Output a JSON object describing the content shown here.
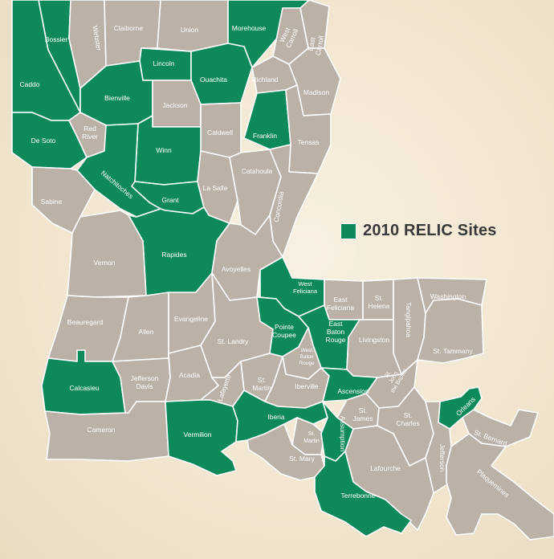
{
  "colors": {
    "relic": "#0e8a5a",
    "other": "#bcb1a7",
    "border": "#ffffff"
  },
  "legend": {
    "label": "2010 RELIC Sites",
    "icon": "green-square-swatch"
  },
  "parishes": [
    {
      "id": "caddo",
      "name": "Caddo",
      "relic": true
    },
    {
      "id": "bossier",
      "name": "Bossier",
      "relic": true
    },
    {
      "id": "webster",
      "name": "Webster",
      "relic": false
    },
    {
      "id": "claiborne",
      "name": "Claiborne",
      "relic": false
    },
    {
      "id": "union",
      "name": "Union",
      "relic": false
    },
    {
      "id": "morehouse",
      "name": "Morehouse",
      "relic": true
    },
    {
      "id": "west-carroll",
      "name": "West Carroll",
      "relic": false
    },
    {
      "id": "east-carroll",
      "name": "East Carroll",
      "relic": false
    },
    {
      "id": "lincoln",
      "name": "Lincoln",
      "relic": true
    },
    {
      "id": "ouachita",
      "name": "Ouachita",
      "relic": true
    },
    {
      "id": "richland",
      "name": "Richland",
      "relic": false
    },
    {
      "id": "madison",
      "name": "Madison",
      "relic": false
    },
    {
      "id": "bienville",
      "name": "Bienville",
      "relic": true
    },
    {
      "id": "jackson",
      "name": "Jackson",
      "relic": false
    },
    {
      "id": "de-soto",
      "name": "De Soto",
      "relic": true
    },
    {
      "id": "red-river",
      "name": "Red River",
      "relic": false
    },
    {
      "id": "caldwell",
      "name": "Caldwell",
      "relic": false
    },
    {
      "id": "franklin",
      "name": "Franklin",
      "relic": true
    },
    {
      "id": "tensas",
      "name": "Tensas",
      "relic": false
    },
    {
      "id": "winn",
      "name": "Winn",
      "relic": true
    },
    {
      "id": "natchitoches",
      "name": "Natchitoches",
      "relic": true
    },
    {
      "id": "sabine",
      "name": "Sabine",
      "relic": false
    },
    {
      "id": "grant",
      "name": "Grant",
      "relic": true
    },
    {
      "id": "la-salle",
      "name": "La Salle",
      "relic": false
    },
    {
      "id": "catahoula",
      "name": "Catahoula",
      "relic": false
    },
    {
      "id": "concordia",
      "name": "Concordia",
      "relic": false
    },
    {
      "id": "rapides",
      "name": "Rapides",
      "relic": true
    },
    {
      "id": "vernon",
      "name": "Vernon",
      "relic": false
    },
    {
      "id": "avoyelles",
      "name": "Avoyelles",
      "relic": false
    },
    {
      "id": "beauregard",
      "name": "Beauregard",
      "relic": false
    },
    {
      "id": "allen",
      "name": "Allen",
      "relic": false
    },
    {
      "id": "evangeline",
      "name": "Evangeline",
      "relic": false
    },
    {
      "id": "st-landry",
      "name": "St. Landry",
      "relic": false
    },
    {
      "id": "west-feliciana",
      "name": "West Feliciana",
      "relic": true
    },
    {
      "id": "east-feliciana",
      "name": "East Feliciana",
      "relic": false
    },
    {
      "id": "st-helena",
      "name": "St. Helena",
      "relic": false
    },
    {
      "id": "tangipahoa",
      "name": "Tangipahoa",
      "relic": false
    },
    {
      "id": "washington",
      "name": "Washington",
      "relic": false
    },
    {
      "id": "pointe-coupee",
      "name": "Pointe Coupee",
      "relic": true
    },
    {
      "id": "east-baton-rouge",
      "name": "East Baton Rouge",
      "relic": true
    },
    {
      "id": "west-baton-rouge",
      "name": "West Baton Rouge",
      "relic": false
    },
    {
      "id": "livingston",
      "name": "Livingston",
      "relic": false
    },
    {
      "id": "st-tammany",
      "name": "St. Tammany",
      "relic": false
    },
    {
      "id": "calcasieu",
      "name": "Calcasieu",
      "relic": true
    },
    {
      "id": "jefferson-davis",
      "name": "Jefferson Davis",
      "relic": false
    },
    {
      "id": "acadia",
      "name": "Acadia",
      "relic": false
    },
    {
      "id": "lafayette",
      "name": "Lafayette",
      "relic": false
    },
    {
      "id": "st-martin-n",
      "name": "St. Martin",
      "relic": false
    },
    {
      "id": "iberville",
      "name": "Iberville",
      "relic": false
    },
    {
      "id": "ascension",
      "name": "Ascension",
      "relic": true
    },
    {
      "id": "st-john",
      "name": "St. John the Baptist",
      "relic": false
    },
    {
      "id": "st-james",
      "name": "St. James",
      "relic": false
    },
    {
      "id": "orleans",
      "name": "Orleans",
      "relic": true
    },
    {
      "id": "cameron",
      "name": "Cameron",
      "relic": false
    },
    {
      "id": "vermilion",
      "name": "Vermilion",
      "relic": true
    },
    {
      "id": "iberia",
      "name": "Iberia",
      "relic": true
    },
    {
      "id": "st-martin-s",
      "name": "St. Martin",
      "relic": false
    },
    {
      "id": "assumption",
      "name": "Assumption",
      "relic": true
    },
    {
      "id": "st-charles",
      "name": "St. Charles",
      "relic": false
    },
    {
      "id": "jefferson",
      "name": "Jefferson",
      "relic": false
    },
    {
      "id": "st-bernard",
      "name": "St. Bernard",
      "relic": false
    },
    {
      "id": "st-mary",
      "name": "St. Mary",
      "relic": false
    },
    {
      "id": "lafourche",
      "name": "Lafourche",
      "relic": false
    },
    {
      "id": "plaquemines",
      "name": "Plaquemines",
      "relic": false
    },
    {
      "id": "terrebonne",
      "name": "Terrebonne",
      "relic": true
    }
  ]
}
